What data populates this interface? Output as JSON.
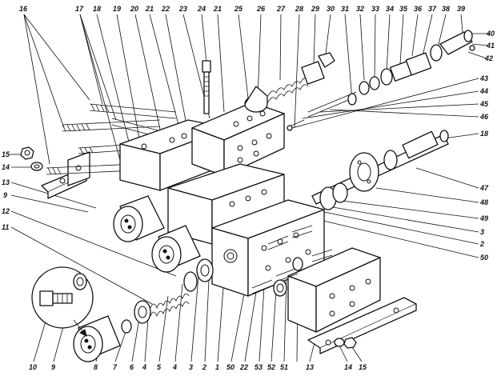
{
  "labels": {
    "top": [
      "16",
      "17",
      "18",
      "19",
      "20",
      "21",
      "22",
      "23",
      "24",
      "21",
      "25",
      "26",
      "27",
      "28",
      "29",
      "30",
      "31",
      "32",
      "33",
      "34",
      "35",
      "36",
      "37",
      "38",
      "39",
      "40"
    ],
    "right": [
      "41",
      "42",
      "43",
      "44",
      "45",
      "46",
      "18",
      "47",
      "48",
      "49",
      "3",
      "2",
      "50"
    ],
    "left": [
      "15",
      "14",
      "13",
      "9",
      "12",
      "11"
    ],
    "bottom": [
      "10",
      "9",
      "8",
      "7",
      "6",
      "4",
      "5",
      "4",
      "3",
      "2",
      "1",
      "50",
      "22",
      "53",
      "52",
      "51",
      "13",
      "14",
      "15"
    ]
  }
}
